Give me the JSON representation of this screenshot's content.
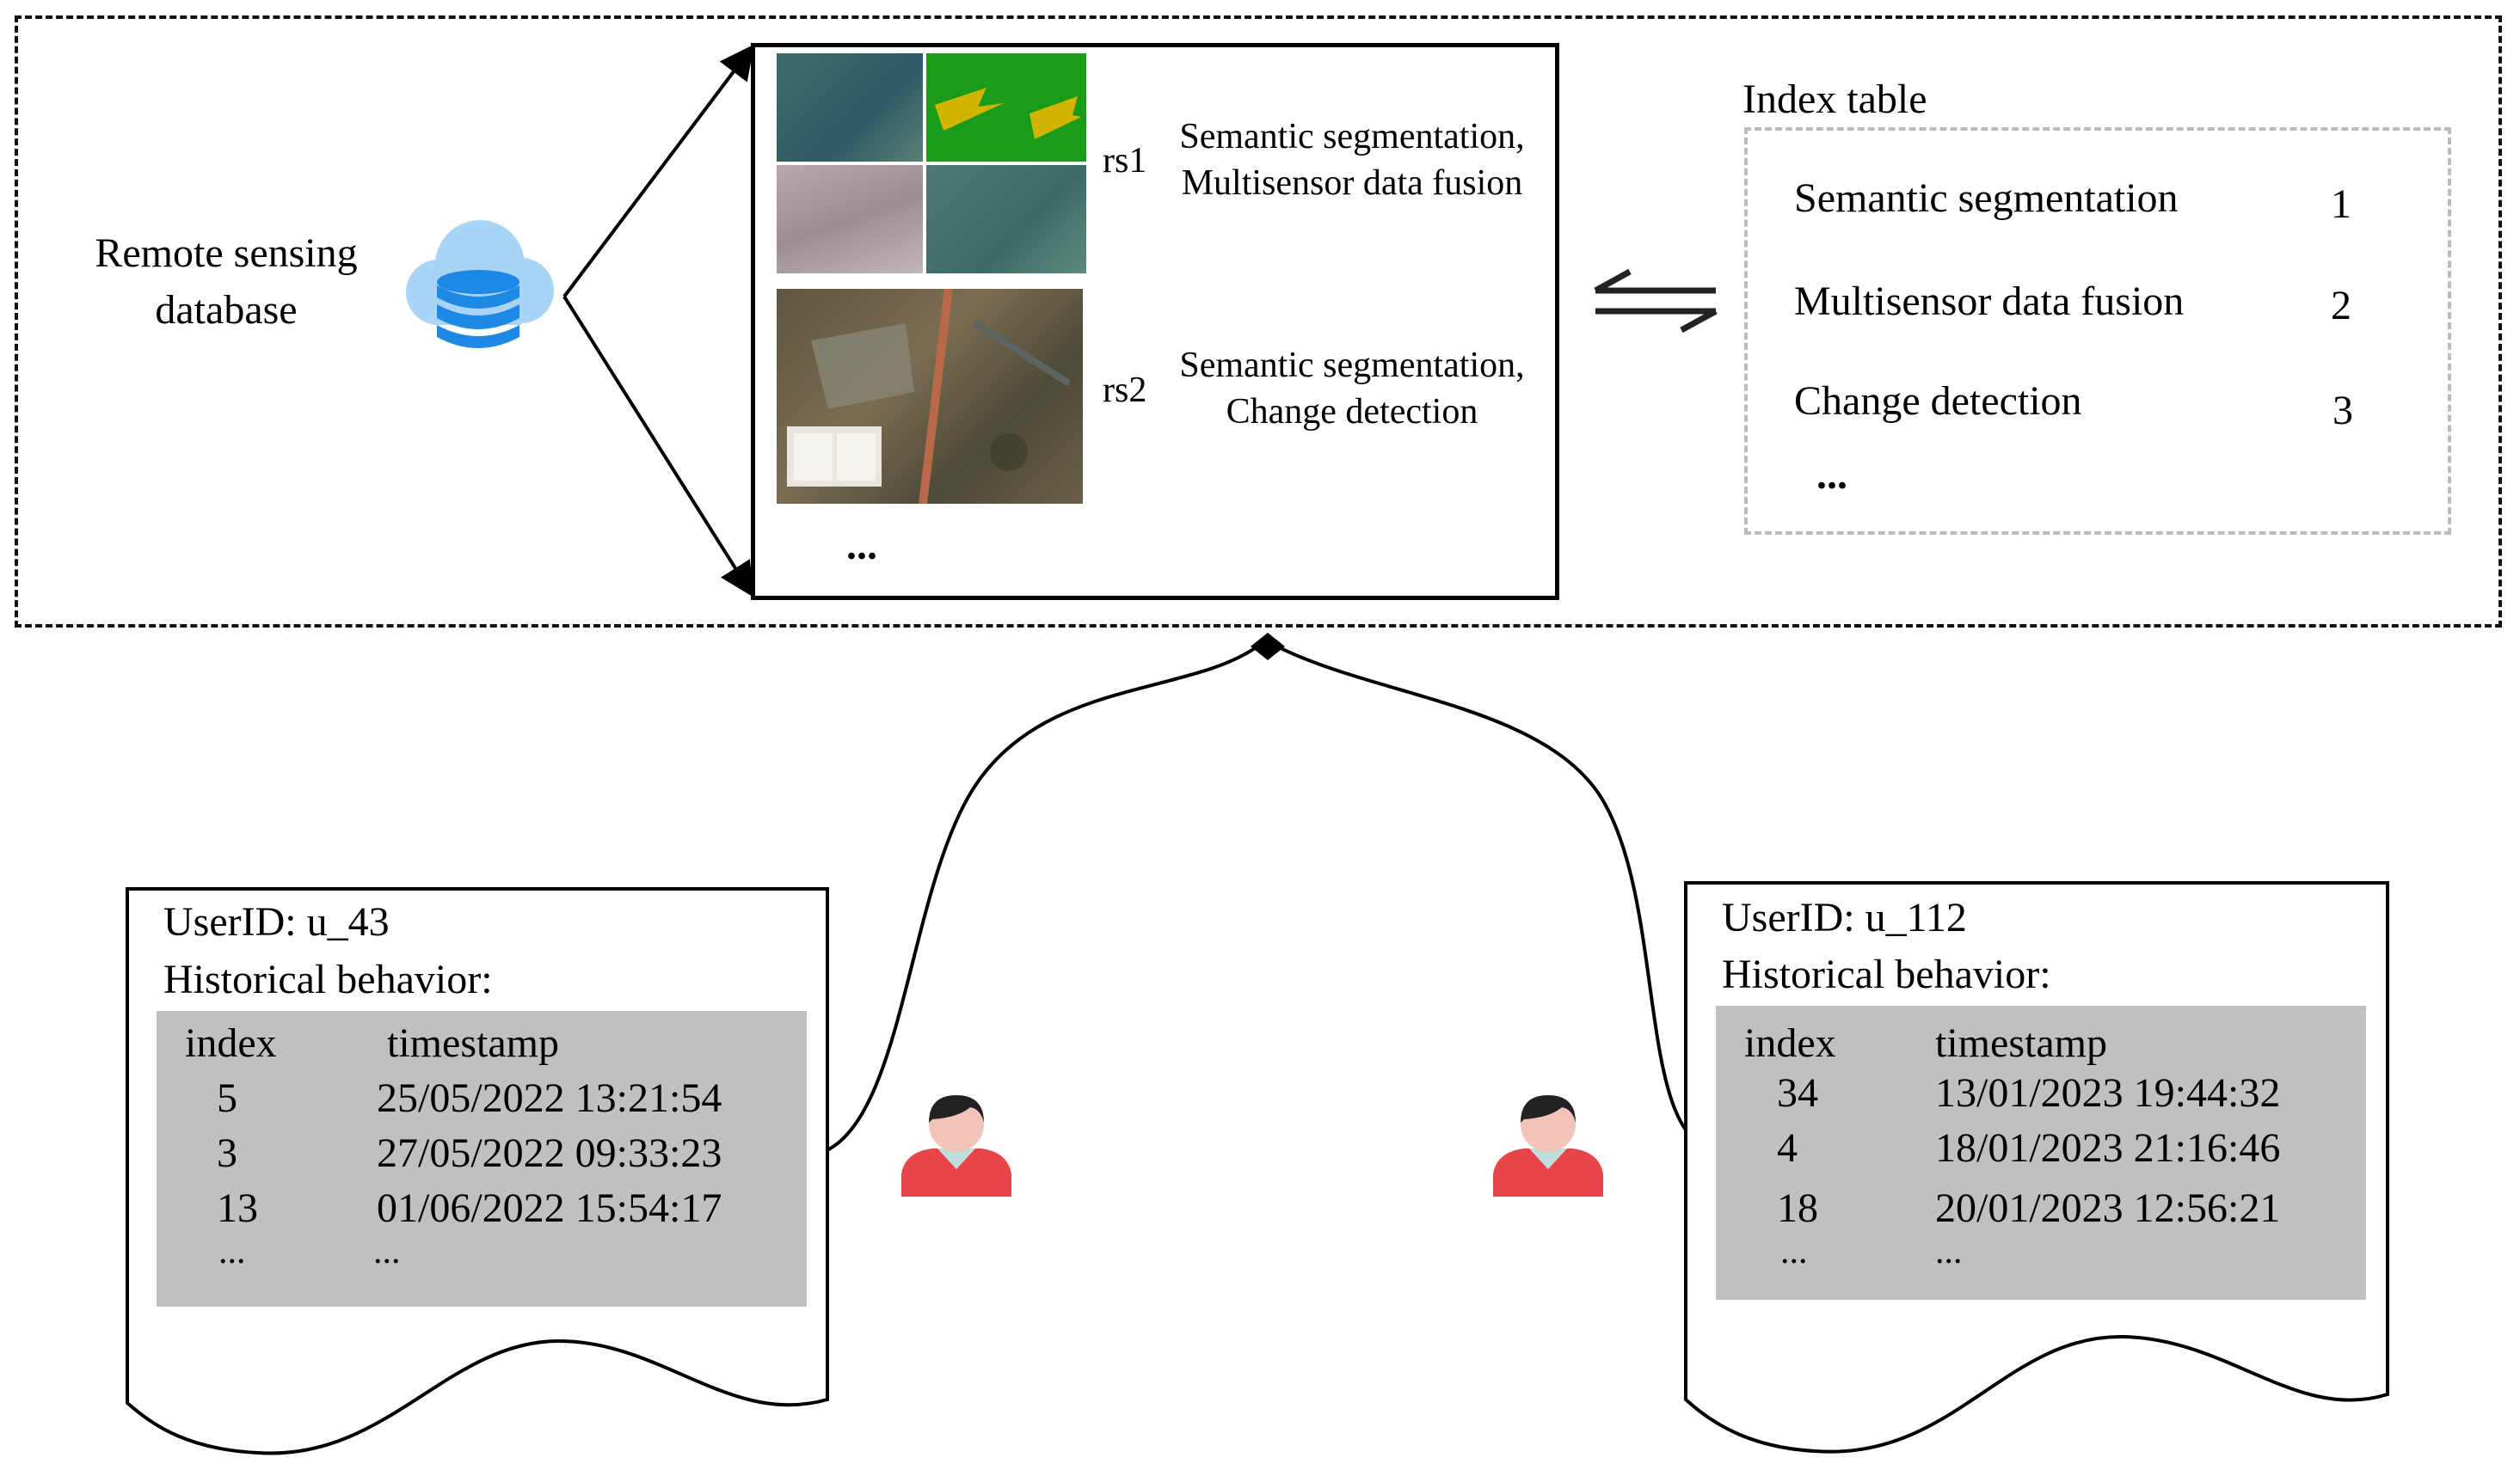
{
  "database": {
    "label_line1": "Remote sensing",
    "label_line2": "database",
    "icon": "cloud-database-icon"
  },
  "records": [
    {
      "id": "rs1",
      "tasks_line1": "Semantic segmentation,",
      "tasks_line2": "Multisensor data fusion"
    },
    {
      "id": "rs2",
      "tasks_line1": "Semantic segmentation,",
      "tasks_line2": "Change detection"
    }
  ],
  "records_more": "...",
  "exchange_icon": "bidirectional-arrows-icon",
  "index_table": {
    "title": "Index table",
    "rows": [
      {
        "task": "Semantic segmentation",
        "index": "1"
      },
      {
        "task": "Multisensor data fusion",
        "index": "2"
      },
      {
        "task": "Change detection",
        "index": "3"
      }
    ],
    "more": "..."
  },
  "users": [
    {
      "user_line": "UserID: u_43",
      "history_label": "Historical behavior:",
      "col_index": "index",
      "col_timestamp": "timestamp",
      "rows": [
        {
          "index": "5",
          "timestamp": "25/05/2022 13:21:54"
        },
        {
          "index": "3",
          "timestamp": "27/05/2022 09:33:23"
        },
        {
          "index": "13",
          "timestamp": "01/06/2022 15:54:17"
        }
      ],
      "more_index": "...",
      "more_timestamp": "...",
      "avatar": "user-avatar-icon"
    },
    {
      "user_line": "UserID: u_112",
      "history_label": "Historical behavior:",
      "col_index": "index",
      "col_timestamp": "timestamp",
      "rows": [
        {
          "index": "34",
          "timestamp": "13/01/2023 19:44:32"
        },
        {
          "index": "4",
          "timestamp": "18/01/2023 21:16:46"
        },
        {
          "index": "18",
          "timestamp": "20/01/2023 12:56:21"
        }
      ],
      "more_index": "...",
      "more_timestamp": "...",
      "avatar": "user-avatar-icon"
    }
  ],
  "colors": {
    "cloud": "#a8d4f5",
    "database": "#1e88e5",
    "avatar_shirt": "#e8454a",
    "avatar_skin": "#f2c4b8",
    "avatar_hair": "#222222",
    "table_fill": "#c0c0c0",
    "index_border": "#bbbbbb"
  }
}
